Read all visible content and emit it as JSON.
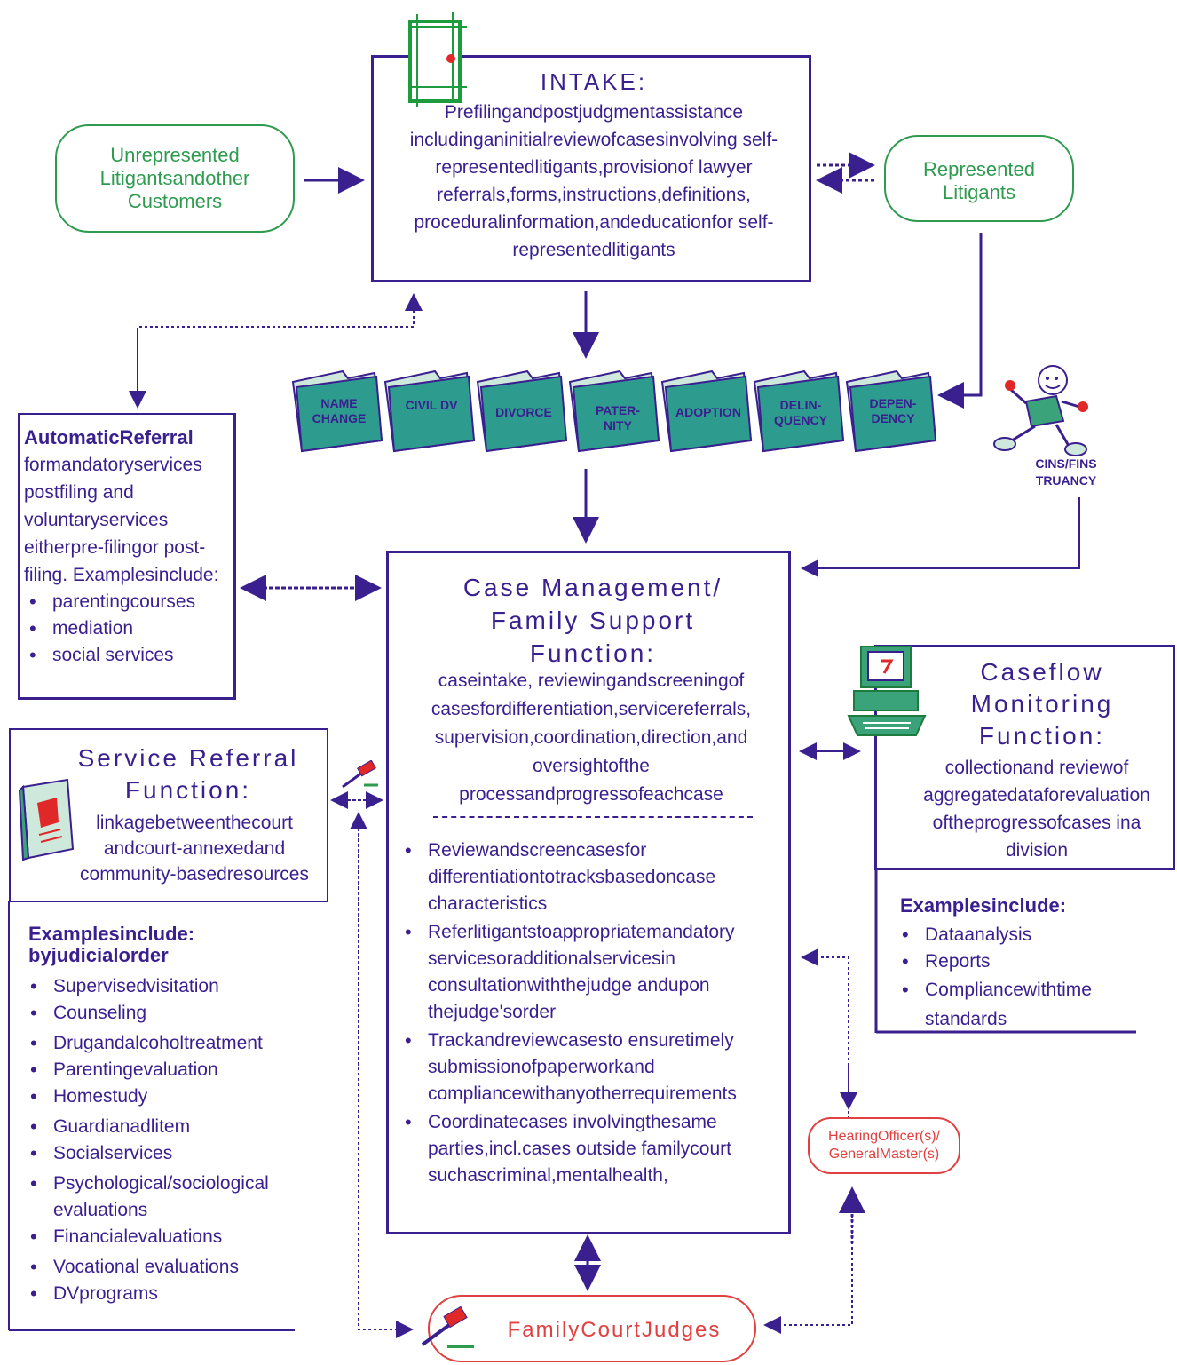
{
  "intake": {
    "title": "INTAKE:",
    "body": "Prefilingandpostjudgmentassistance includinganinitialreviewofcasesinvolving self-representedlitigants,provisionof lawyer referrals,forms,instructions,definitions, proceduralinformation,andeducationfor self-representedlitigants"
  },
  "unrepresented": "Unrepresented Litigantsandother Customers",
  "represented": "Represented Litigants",
  "folders": [
    "NAME CHANGE",
    "CIVIL DV",
    "DIVORCE",
    "PATER- NITY",
    "ADOPTION",
    "DELIN- QUENCY",
    "DEPEN- DENCY"
  ],
  "cins": [
    "CINS/FINS",
    "TRUANCY"
  ],
  "automatic_referral": {
    "heading": "AutomaticReferral",
    "text": "formandatoryservices postfiling and voluntaryservices eitherpre-filingor post-filing. Examplesinclude:",
    "items": [
      "parentingcourses",
      "mediation",
      "social services"
    ]
  },
  "case_management": {
    "title": "Case Management/ Family Support Function:",
    "body": "caseintake, reviewingandscreeningof casesfordifferentiation,servicereferrals, supervision,coordination,direction,and oversightofthe processandprogressofeachcase",
    "items": [
      "Reviewandscreencasesfor differentiationtotracksbasedoncase characteristics",
      "Referlitigantstoappropriatemandatory servicesoradditionalservicesin consultationwiththejudge andupon thejudge'sorder",
      "Trackandreviewcasesto ensuretimely submissionofpaperworkand compliancewithanyotherrequirements",
      "Coordinatecases involvingthesame parties,incl.cases outside familycourt suchascriminal,mentalhealth,"
    ]
  },
  "service_referral": {
    "title": "Service Referral Function:",
    "body": "linkagebetweenthecourt andcourt-annexedand community-basedresources",
    "examples_heading": "Examplesinclude: byjudicialorder",
    "items": [
      "Supervisedvisitation",
      "Counseling",
      "Drugandalcoholtreatment",
      "Parentingevaluation",
      "Homestudy",
      "Guardianadlitem",
      "Socialservices",
      "Psychological/sociological evaluations",
      "Financialevaluations",
      "Vocational evaluations",
      "DVprograms"
    ]
  },
  "caseflow": {
    "title": "Caseflow Monitoring Function:",
    "body": "collectionand reviewof aggregatedataforevaluation oftheprogressofcases ina division",
    "examples_heading": "Examplesinclude:",
    "items": [
      "Dataanalysis",
      "Reports",
      "Compliancewithtime standards"
    ]
  },
  "hearing_officer": "HearingOfficer(s)/ GeneralMaster(s)",
  "judges": "FamilyCourtJudges",
  "colors": {
    "primary": "#3a1f8f",
    "green": "#2e9b4f",
    "red": "#e04040",
    "folder": "#2e9b8f"
  },
  "icons": [
    "door-icon",
    "runner-icon",
    "computer-icon",
    "book-icon",
    "gavel-icon"
  ]
}
